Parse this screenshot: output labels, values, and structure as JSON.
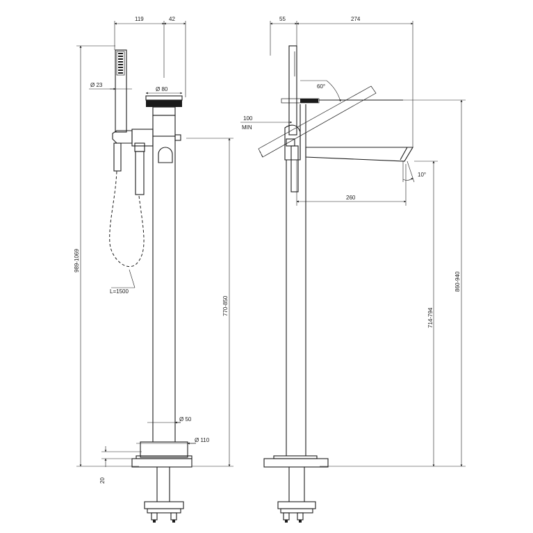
{
  "front_view": {
    "dims": {
      "width_119": "119",
      "width_42": "42",
      "dia_23": "Ø 23",
      "dia_80": "Ø 80",
      "hose_length": "L=1500",
      "height_total": "989-1069",
      "height_spout": "770-850",
      "dia_50": "Ø 50",
      "dia_110": "Ø 110",
      "base_20": "20"
    }
  },
  "side_view": {
    "dims": {
      "width_55": "55",
      "width_274": "274",
      "angle_60": "60°",
      "min_100": "100",
      "min_label": "MIN",
      "angle_10": "10°",
      "reach_260": "260",
      "height_714": "714-794",
      "height_860": "860-940"
    }
  },
  "colors": {
    "ink": "#1a1a1a",
    "paper": "#ffffff"
  }
}
